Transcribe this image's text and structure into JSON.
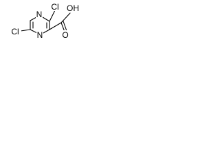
{
  "molecule": {
    "atoms": {
      "n_top": "N",
      "n_bottom": "N",
      "cl_top": "Cl",
      "cl_left": "Cl",
      "oh": "OH",
      "o_dbl": "O"
    }
  }
}
